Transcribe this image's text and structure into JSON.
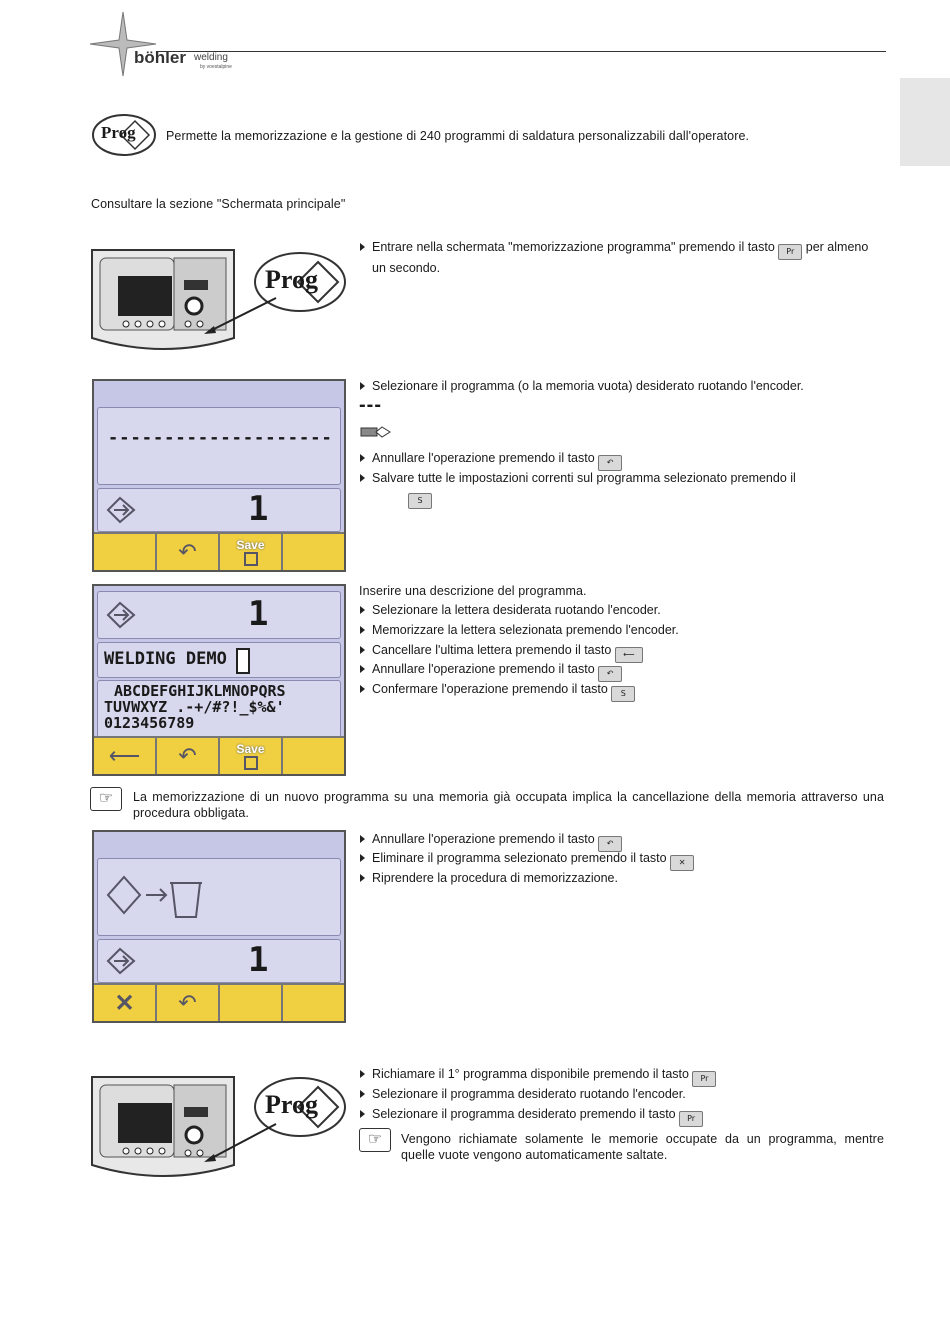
{
  "header": {
    "brand": "böhler",
    "brand_sub": "welding",
    "brand_tag": "by voestalpine"
  },
  "intro": {
    "prog_icon_label": "Prog",
    "text": "Permette la memorizzazione e la gestione di 240 programmi di saldatura personalizzabili dall'operatore."
  },
  "see_section": "Consultare la sezione \"Schermata principale\"",
  "step1": {
    "device_prog_label": "Prog",
    "bullets": [
      {
        "pre": "Entrare nella schermata \"memorizzazione programma\" premendo il tasto",
        "post": "per almeno un secondo."
      }
    ]
  },
  "step2": {
    "screen_dashes": "--------------------",
    "screen_number": "1",
    "save_label": "Save",
    "bullets": [
      "Selezionare il programma (o la memoria vuota) desiderato ruotando l'encoder.",
      "Annullare l'operazione premendo il tasto",
      "Salvare tutte le impostazioni correnti sul programma selezionato premendo il"
    ],
    "dash_legend": "---"
  },
  "step3": {
    "screen_number": "1",
    "name_value": "WELDING DEMO",
    "charset_line1": "ABCDEFGHIJKLMNOPQRS",
    "charset_line2": "TUVWXYZ .-+/#?!_$%&'",
    "charset_line3": "0123456789",
    "save_label": "Save",
    "heading": "Inserire una descrizione del programma.",
    "bullets": [
      "Selezionare la lettera desiderata ruotando l'encoder.",
      "Memorizzare la lettera selezionata premendo l'encoder.",
      "Cancellare l'ultima lettera premendo il tasto",
      "Annullare l'operazione premendo il tasto",
      "Confermare l'operazione premendo il tasto"
    ]
  },
  "note1": "La memorizzazione di un nuovo programma su una memoria già occupata implica la cancellazione della memoria attraverso una procedura obbligata.",
  "step4": {
    "screen_number": "1",
    "bullets": [
      "Annullare l'operazione premendo il tasto",
      "Eliminare il programma selezionato premendo il tasto",
      "Riprendere la procedura di memorizzazione."
    ]
  },
  "step5": {
    "device_prog_label": "Prog",
    "bullets": [
      "Richiamare il 1° programma disponibile premendo il tasto",
      "Selezionare il programma desiderato ruotando l'encoder.",
      "Selezionare il programma desiderato premendo il tasto"
    ],
    "note": "Vengono richiamate solamente le memorie occupate da un programma, mentre quelle vuote vengono automaticamente saltate."
  },
  "colors": {
    "lcd_bg": "#c6c6e6",
    "button_bar": "#f0d040",
    "side_tab": "#e6e6e6"
  }
}
